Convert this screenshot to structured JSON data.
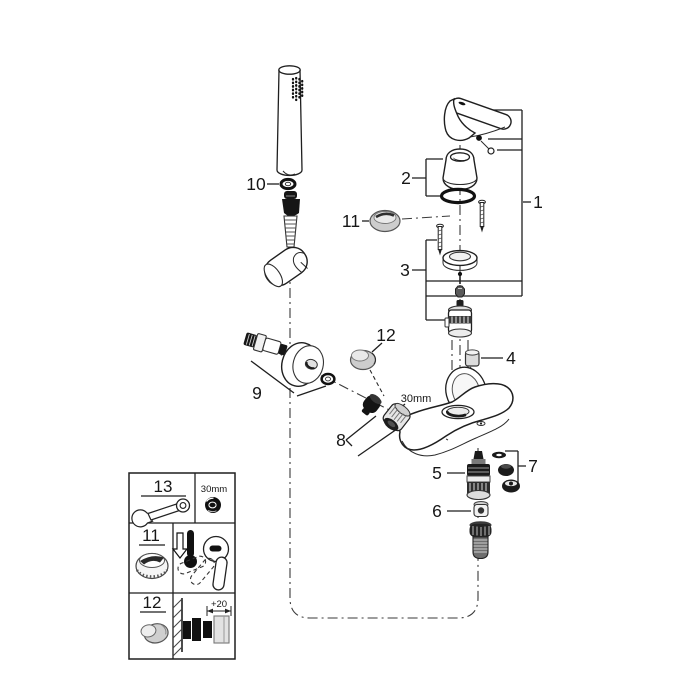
{
  "colors": {
    "background": "#ffffff",
    "line": "#1f1f1f",
    "dark_part": "#161616",
    "grey_part": "#c9c9c9",
    "light_part": "#ececec"
  },
  "callouts": {
    "shower_seal": "10",
    "cover_cap": "11",
    "cap_group": "2",
    "handle_group": "1",
    "escutcheon_group": "3",
    "plug_cap": "12",
    "stop_bushing": "4",
    "union_group": "9",
    "union_nut_group": "8",
    "union_nut_size": "30mm",
    "diverter": "5",
    "check_valve": "6",
    "seal_kit": "7"
  },
  "legend": {
    "rows": [
      {
        "number": "13",
        "tool_size": "30mm"
      },
      {
        "number": "11"
      },
      {
        "number": "12",
        "dimension": "+20"
      }
    ]
  }
}
